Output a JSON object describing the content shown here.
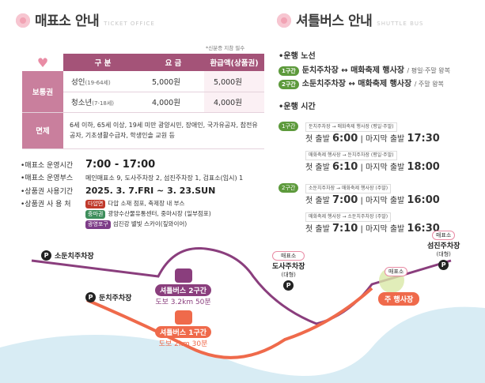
{
  "ticket": {
    "title": "매표소 안내",
    "title_en": "TICKET OFFICE",
    "note": "*신분증 지참 필수",
    "headers": [
      "구 분",
      "요 금",
      "환급액(상품권)"
    ],
    "regular_label": "보통권",
    "rows": [
      {
        "cat": "성인",
        "age": "(19-64세)",
        "price": "5,000원",
        "refund": "5,000원"
      },
      {
        "cat": "청소년",
        "age": "(7-18세)",
        "price": "4,000원",
        "refund": "4,000원"
      }
    ],
    "free_label": "면제",
    "free_text": "6세 이하, 65세 이상, 19세 미만 광양시민, 장애인, 국가유공자, 참전유공자, 기초생활수급자, 학생인솔 교원 등"
  },
  "ops": {
    "hours_label": "•매표소 운영시간",
    "hours_value": "7:00 - 17:00",
    "booths_label": "•매표소 운영부스",
    "booths_value": "메인매표소 9, 도사주차장 2, 섬진주차장 1, 검표소(임시) 1",
    "voucher_label": "•상품권 사용기간",
    "voucher_value": "2025. 3. 7.FRI ~ 3. 23.SUN",
    "where_label": "•상품권 사 용 처",
    "where_items": [
      {
        "tag": "다압면",
        "text": "다압 소재 점포, 축제장 내 부스"
      },
      {
        "tag": "중마권",
        "text": "광양수산물유통센터, 중마시장 (일부점포)"
      },
      {
        "tag": "광영포구",
        "text": "섬진강 별빛 스카이(짚와이어)"
      }
    ]
  },
  "shuttle": {
    "title": "셔틀버스 안내",
    "title_en": "SHUTTLE BUS",
    "route_header": "•운행 노선",
    "routes": [
      {
        "tag": "1구간",
        "text": "둔치주차장 ↔ 매화축제 행사장",
        "note": "/ 평일·주말 왕복"
      },
      {
        "tag": "2구간",
        "text": "소둔치주차장 ↔ 매화축제 행사장",
        "note": "/ 주말 왕복"
      }
    ],
    "time_header": "•운행 시간",
    "schedules": [
      {
        "tag": "1구간",
        "lines": [
          {
            "box": "둔치주차장 → 매화축제 행사장 (평일·주말)",
            "first_label": "첫 출발",
            "first": "6:00",
            "last_label": "| 마지막 출발",
            "last": "17:30"
          },
          {
            "box": "매화축제 행사장 → 둔치주차장 (평일·주말)",
            "first_label": "첫 출발",
            "first": "6:10",
            "last_label": "| 마지막 출발",
            "last": "18:00"
          }
        ]
      },
      {
        "tag": "2구간",
        "lines": [
          {
            "box": "소둔치주차장 → 매화축제 행사장 (주말)",
            "first_label": "첫 출발",
            "first": "7:00",
            "last_label": "| 마지막 출발",
            "last": "16:00"
          },
          {
            "box": "매화축제 행사장 → 소둔치주차장 (주말)",
            "first_label": "첫 출발",
            "first": "7:10",
            "last_label": "| 마지막 출발",
            "last": "16:30"
          }
        ]
      }
    ]
  },
  "map": {
    "sodunchi": "소둔치주차장",
    "dunchi": "둔치주차장",
    "bus2_label": "셔틀버스 2구간",
    "bus2_detail": "도보 3.2km 50분",
    "bus1_label": "셔틀버스 1구간",
    "bus1_detail": "도보 2km 30분",
    "dosa": "도사주차장",
    "dosa_sub": "(대형)",
    "main_venue": "주 행사장",
    "seomjin": "섬진주차장",
    "seomjin_sub": "(대형)",
    "ticket_bubble": "매표소",
    "p": "P",
    "colors": {
      "route1": "#ef6a4b",
      "route2": "#8a3e7d",
      "river": "#d8ecf4"
    }
  }
}
